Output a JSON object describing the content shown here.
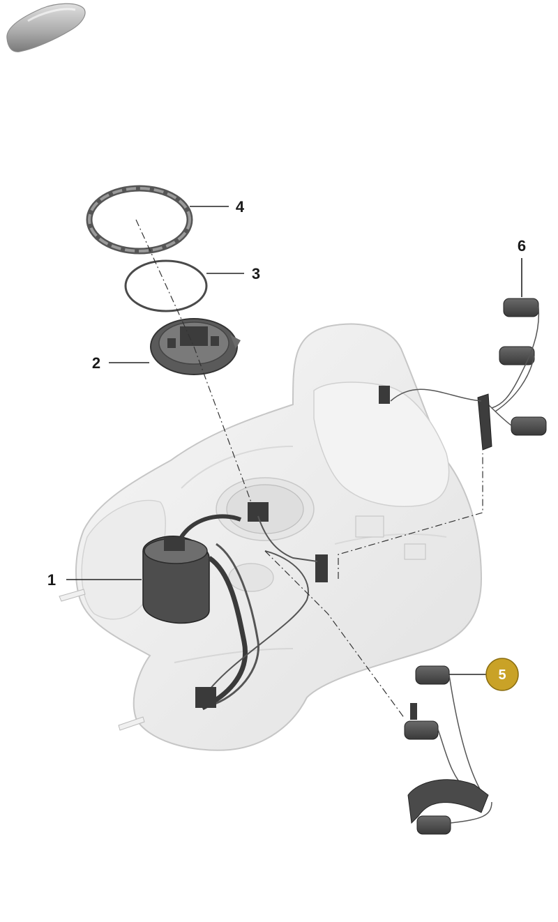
{
  "callouts": [
    {
      "id": "1",
      "label": "1",
      "highlighted": false
    },
    {
      "id": "2",
      "label": "2",
      "highlighted": false
    },
    {
      "id": "3",
      "label": "3",
      "highlighted": false
    },
    {
      "id": "4",
      "label": "4",
      "highlighted": false
    },
    {
      "id": "5",
      "label": "5",
      "highlighted": true
    },
    {
      "id": "6",
      "label": "6",
      "highlighted": false
    }
  ],
  "icons": {
    "thumbnail": "car-silhouette-icon"
  },
  "colors": {
    "highlight_fill": "#c9a227",
    "highlight_stroke": "#8a6d10",
    "tank": "#eeeeee",
    "parts_dark": "#4a4a4a"
  }
}
